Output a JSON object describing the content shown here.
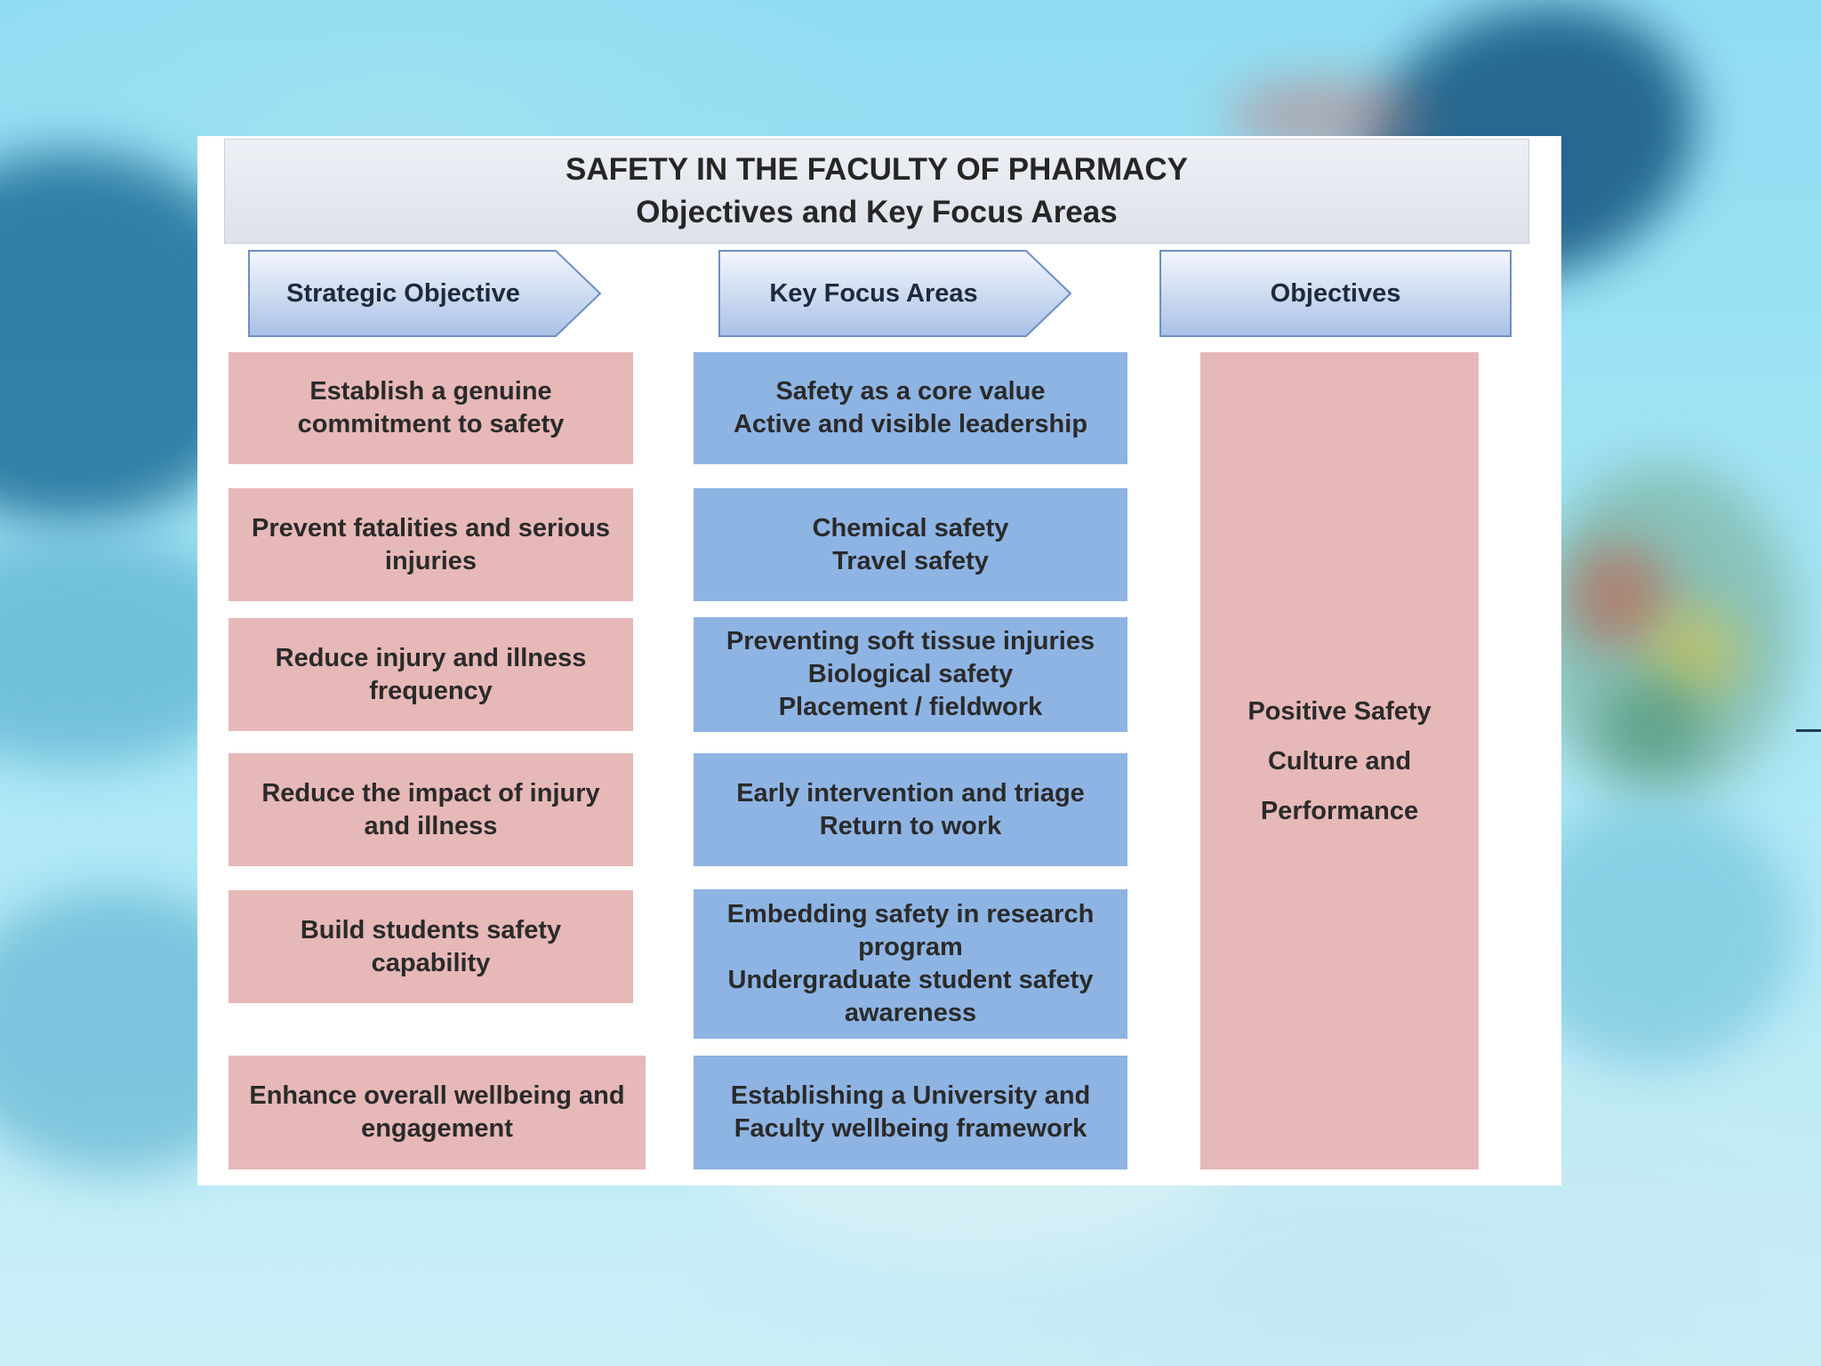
{
  "title": {
    "line1": "SAFETY IN THE FACULTY OF PHARMACY",
    "line2": "Objectives and Key Focus Areas"
  },
  "headers": {
    "strategic": "Strategic Objective",
    "focus": "Key Focus Areas",
    "objectives": "Objectives"
  },
  "strategic_objectives": [
    [
      "Establish a genuine",
      "commitment to safety"
    ],
    [
      "Prevent fatalities and serious",
      "injuries"
    ],
    [
      "Reduce injury and illness",
      "frequency"
    ],
    [
      "Reduce the impact of injury",
      "and illness"
    ],
    [
      "Build students safety",
      "capability"
    ],
    [
      "Enhance overall wellbeing and",
      "engagement"
    ]
  ],
  "focus_areas": [
    [
      "Safety as a core value",
      "Active and visible leadership"
    ],
    [
      "Chemical safety",
      "Travel safety"
    ],
    [
      "Preventing soft tissue injuries",
      "Biological safety",
      "Placement / fieldwork"
    ],
    [
      "Early intervention and triage",
      "Return to work"
    ],
    [
      "Embedding safety in research",
      "program",
      "Undergraduate student safety",
      "awareness"
    ],
    [
      "Establishing a University and",
      "Faculty wellbeing framework"
    ]
  ],
  "objective": [
    "Positive Safety",
    "Culture and",
    "Performance"
  ],
  "colors": {
    "strategic_box": "#e6b8b7",
    "focus_box": "#8eb4e3",
    "header_arrow_top": "#f4f7fd",
    "header_arrow_bottom": "#a9c1e6"
  }
}
